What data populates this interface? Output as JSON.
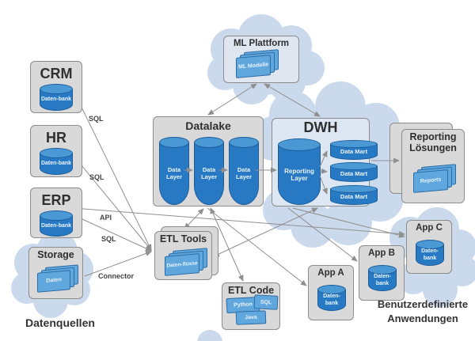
{
  "diagram": {
    "sources": {
      "crm": {
        "title": "CRM",
        "db": "Daten-bank"
      },
      "hr": {
        "title": "HR",
        "db": "Daten-bank"
      },
      "erp": {
        "title": "ERP",
        "db": "Daten-bank"
      },
      "storage": {
        "title": "Storage",
        "stack": "Daten"
      }
    },
    "ml": {
      "title": "ML Plattform",
      "stack": "ML Modelle"
    },
    "datalake": {
      "title": "Datalake",
      "layers": [
        "Data Layer",
        "Data Layer",
        "Data Layer"
      ]
    },
    "dwh": {
      "title": "DWH",
      "reporting_layer": "Reporting Layer",
      "marts": [
        "Data Mart",
        "Data Mart",
        "Data Mart"
      ]
    },
    "reporting": {
      "title": "Reporting Lösungen",
      "stack": "Reports"
    },
    "etl_tools": {
      "title": "ETL Tools",
      "stack": "Daten-flüsse"
    },
    "etl_code": {
      "title": "ETL Code",
      "langs": [
        "Python",
        "SQL",
        "Java"
      ]
    },
    "apps": {
      "a": {
        "title": "App A",
        "db": "Daten-bank"
      },
      "b": {
        "title": "App B",
        "db": "Daten-bank"
      },
      "c": {
        "title": "App C",
        "db": "Daten-bank"
      }
    },
    "edge_labels": {
      "crm_sql": "SQL",
      "hr_sql": "SQL",
      "erp_api": "API",
      "erp_sql": "SQL",
      "storage_connector": "Connector"
    },
    "captions": {
      "sources": "Datenquellen",
      "apps": "Benutzerdefinierte Anwendungen"
    },
    "colors": {
      "cylinder_body": "#2779c4",
      "cylinder_top": "#4a99d5",
      "cylinder_border": "#1d5d9b",
      "card_fill": "#60a7de",
      "card_border": "#2d6da6",
      "box_fill": "#d9d9d9",
      "box_border": "#8c8c8c",
      "dwh_box_fill": "#dde7f3",
      "cloud": "#cbd9ec",
      "connector_line": "#8f8f8f"
    }
  }
}
